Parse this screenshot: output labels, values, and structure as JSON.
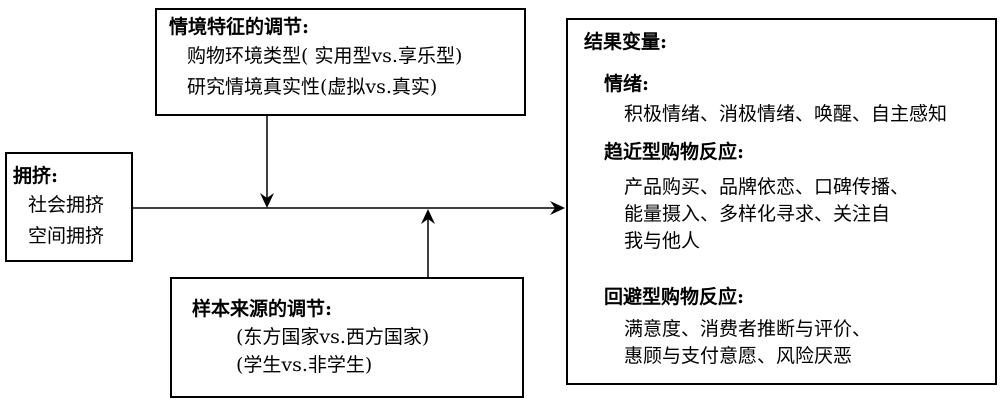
{
  "diagram": {
    "boxes": {
      "situational": {
        "title": "情境特征的调节:",
        "items": [
          "购物环境类型( 实用型vs.享乐型)",
          "研究情境真实性(虚拟vs.真实)"
        ]
      },
      "crowding": {
        "title": "拥挤:",
        "items": [
          "社会拥挤",
          "空间拥挤"
        ]
      },
      "sample": {
        "title": "样本来源的调节:",
        "items": [
          "(东方国家vs.西方国家)",
          "(学生vs.非学生)"
        ]
      },
      "outcomes": {
        "title": "结果变量:",
        "sections": [
          {
            "heading": "情绪:",
            "body": "积极情绪、消极情绪、唤醒、自主感知"
          },
          {
            "heading": "趋近型购物反应:",
            "body": "产品购买、品牌依恋、口碑传播、\n能量摄入、多样化寻求、关注自\n我与他人"
          },
          {
            "heading": "回避型购物反应:",
            "body": "满意度、消费者推断与评价、\n惠顾与支付意愿、风险厌恶"
          }
        ]
      }
    },
    "colors": {
      "border": "#000000",
      "text": "#000000",
      "background": "#ffffff",
      "arrow": "#000000"
    }
  }
}
